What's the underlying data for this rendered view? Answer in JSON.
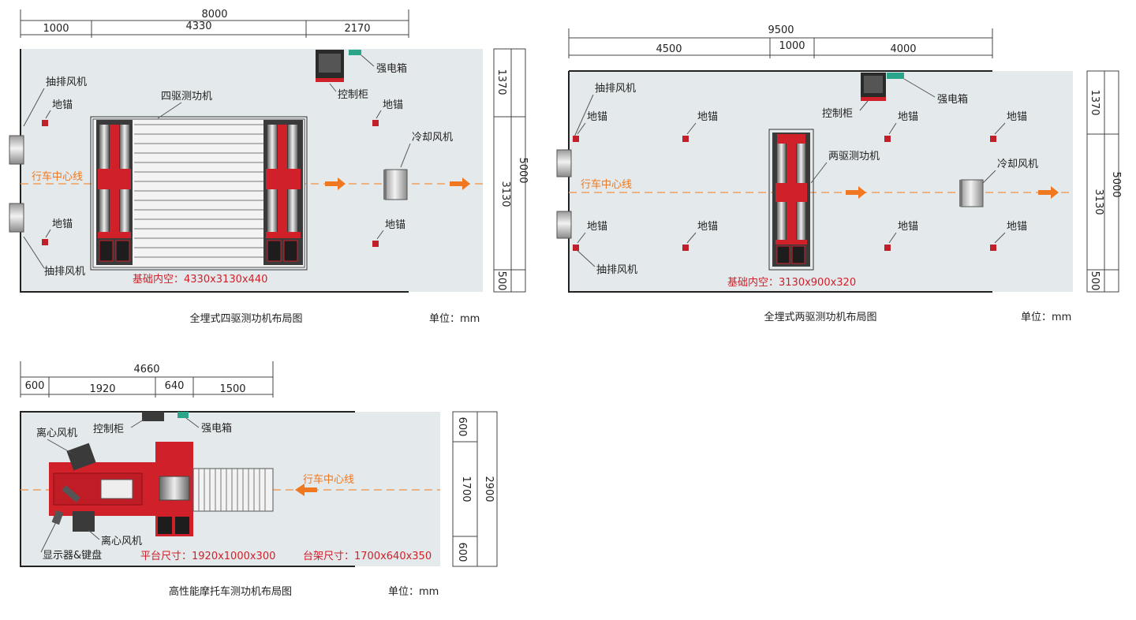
{
  "diagram1": {
    "caption": "全埋式四驱测功机布局图",
    "unit": "单位：mm",
    "dims_top": {
      "total": "8000",
      "a": "1000",
      "b": "4330",
      "c": "2170"
    },
    "dims_right": {
      "total": "5000",
      "a": "1370",
      "b": "3130",
      "c": "500"
    },
    "labels": {
      "exhaust_fan_top": "抽排风机",
      "exhaust_fan_bottom": "抽排风机",
      "anchor_1": "地锚",
      "anchor_2": "地锚",
      "anchor_3": "地锚",
      "anchor_4": "地锚",
      "dyno": "四驱测功机",
      "control_cabinet": "控制柜",
      "power_box": "强电箱",
      "cooling_fan": "冷却风机",
      "centerline": "行车中心线",
      "foundation": "基础内空：4330x3130x440"
    }
  },
  "diagram2": {
    "caption": "全埋式两驱测功机布局图",
    "unit": "单位：mm",
    "dims_top": {
      "total": "9500",
      "a": "4500",
      "b": "1000",
      "c": "4000"
    },
    "dims_right": {
      "total": "5000",
      "a": "1370",
      "b": "3130",
      "c": "500"
    },
    "labels": {
      "exhaust_fan_top": "抽排风机",
      "exhaust_fan_bottom": "抽排风机",
      "anchor_1": "地锚",
      "anchor_2": "地锚",
      "anchor_3": "地锚",
      "anchor_4": "地锚",
      "anchor_5": "地锚",
      "anchor_6": "地锚",
      "anchor_7": "地锚",
      "anchor_8": "地锚",
      "dyno": "两驱测功机",
      "control_cabinet": "控制柜",
      "power_box": "强电箱",
      "cooling_fan": "冷却风机",
      "centerline": "行车中心线",
      "foundation": "基础内空：3130x900x320"
    }
  },
  "diagram3": {
    "caption": "高性能摩托车测功机布局图",
    "unit": "单位：mm",
    "dims_top": {
      "total": "4660",
      "a": "600",
      "b": "1920",
      "c": "640",
      "d": "1500"
    },
    "dims_right": {
      "total": "2900",
      "a": "600",
      "b": "1700",
      "c": "600"
    },
    "labels": {
      "centrifugal_fan_top": "离心风机",
      "centrifugal_fan_bottom": "离心风机",
      "control_cabinet": "控制柜",
      "power_box": "强电箱",
      "display": "显示器&键盘",
      "centerline": "行车中心线",
      "platform": "平台尺寸：1920x1000x300",
      "stand": "台架尺寸：1700x640x350"
    }
  },
  "colors": {
    "floor": "#e4e9eb",
    "equipment_red": "#d0202a",
    "dark": "#2a2a2a",
    "arrow": "#f07820",
    "power_box": "#2aa58a"
  }
}
